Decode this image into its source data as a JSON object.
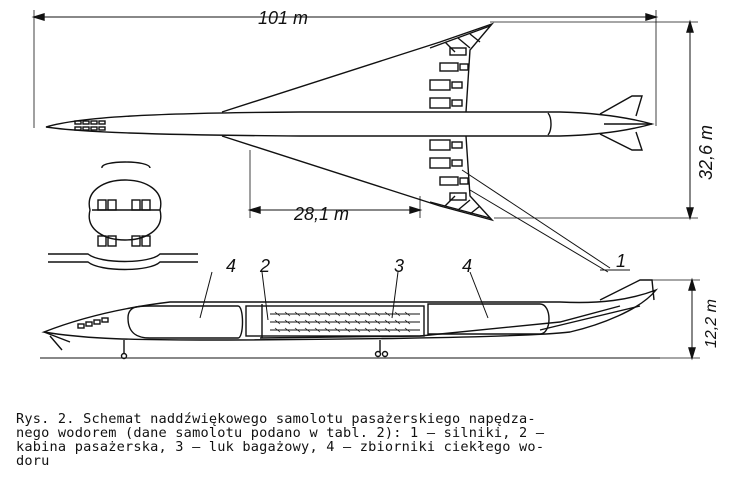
{
  "dimensions": {
    "length": "101 m",
    "span": "32,6 m",
    "wing_root": "28,1 m",
    "height": "12,2 m"
  },
  "callouts": {
    "engines": "1",
    "cabin": "2",
    "cargo": "3",
    "tank_front": "4",
    "tank_rear": "4"
  },
  "caption": {
    "lines": [
      "Rys. 2. Schemat naddźwiękowego samolotu pasażerskiego napędza-",
      "nego wodorem (dane samolotu podano w tabl. 2): 1 — silniki, 2 —",
      "kabina pasażerska, 3 — luk bagażowy, 4 — zbiorniki ciekłego wo-",
      "doru"
    ]
  }
}
